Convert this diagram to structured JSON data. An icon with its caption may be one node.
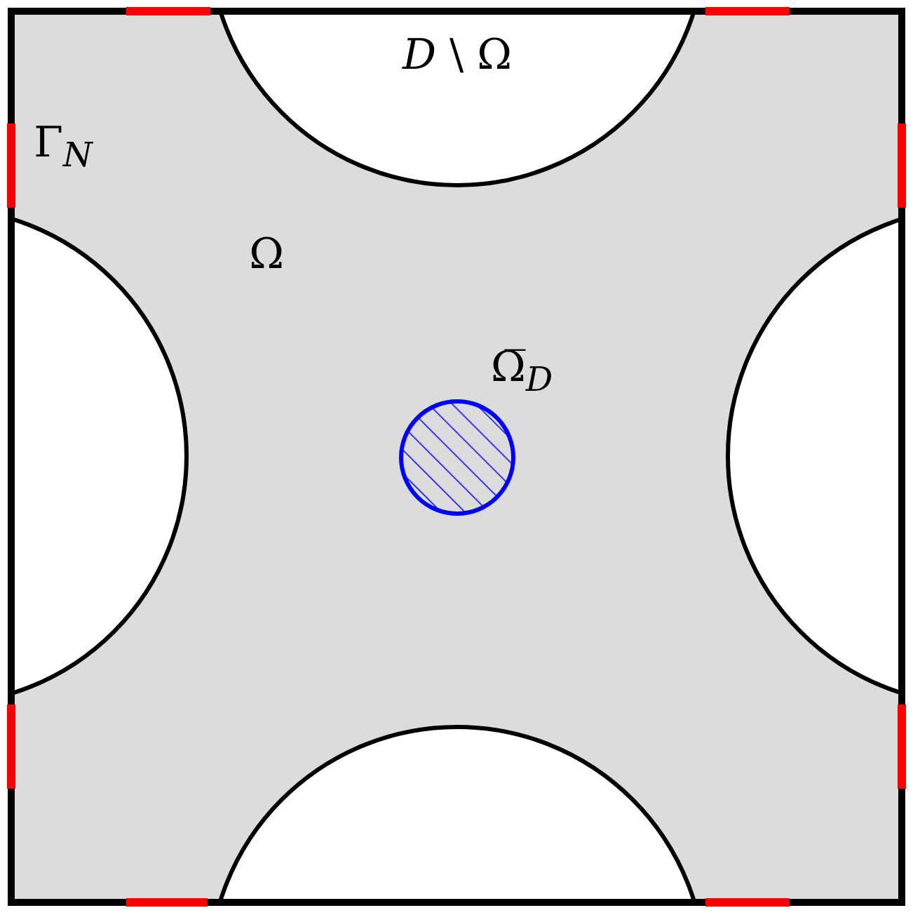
{
  "diagram": {
    "labels": [
      "*D* \\ Ω",
      "Γ$_{N}$",
      "Ω",
      "Ω̅$_{D}$"
    ]
  }
}
